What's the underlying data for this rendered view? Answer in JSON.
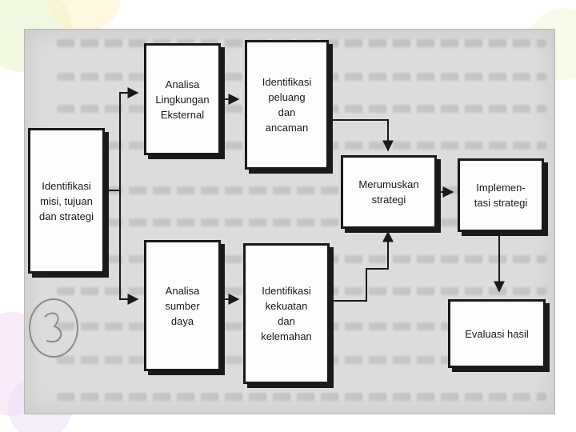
{
  "diagram": {
    "boxes": {
      "mission": "Identifikasi\nmisi, tujuan\ndan strategi",
      "external": "Analisa\nLingkungan\nEksternal",
      "opportunities": "Identifikasi\npeluang\ndan\nancaman",
      "formulate": "Merumuskan\nstrategi",
      "implement": "Implemen-\ntasi strategi",
      "resources": "Analisa\nsumber\ndaya",
      "strengths": "Identifikasi\nkekuatan\ndan\nkelemahan",
      "evaluate": "Evaluasi hasil"
    }
  },
  "theme": {
    "line_color": "#1a1a1a",
    "box_fill": "#fdfdfb",
    "scan_background": "#dcdcda",
    "decoration_colors": [
      "#e6f3c8",
      "#f3d9ef",
      "#fbf2c4"
    ]
  }
}
